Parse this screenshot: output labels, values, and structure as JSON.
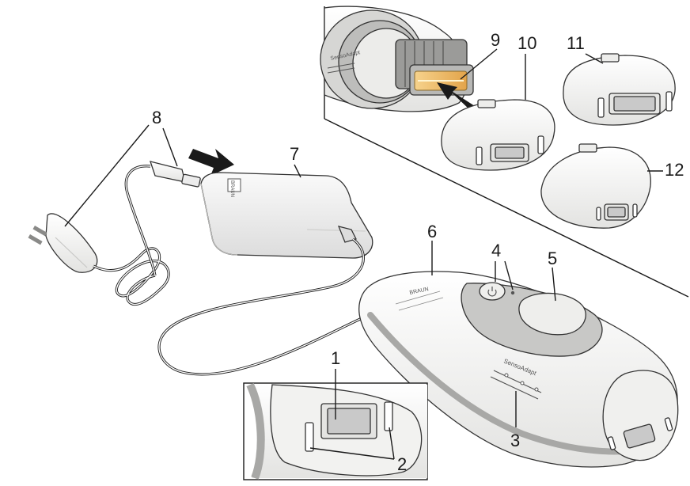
{
  "figure": {
    "callouts": {
      "n1": "1",
      "n2": "2",
      "n3": "3",
      "n4": "4",
      "n5": "5",
      "n6": "6",
      "n7": "7",
      "n8": "8",
      "n9": "9",
      "n10": "10",
      "n11": "11",
      "n12": "12"
    },
    "device_print": {
      "senso_adapt": "SensoAdapt",
      "brand": "BRAUN"
    },
    "colors": {
      "line": "#1a1a1a",
      "body_white": "#f4f4f2",
      "gray_band": "#a8a8a6",
      "light_gray": "#d8d8d6",
      "bulb_amber": "#e8b45a",
      "window_gray": "#c9c9c9"
    }
  }
}
